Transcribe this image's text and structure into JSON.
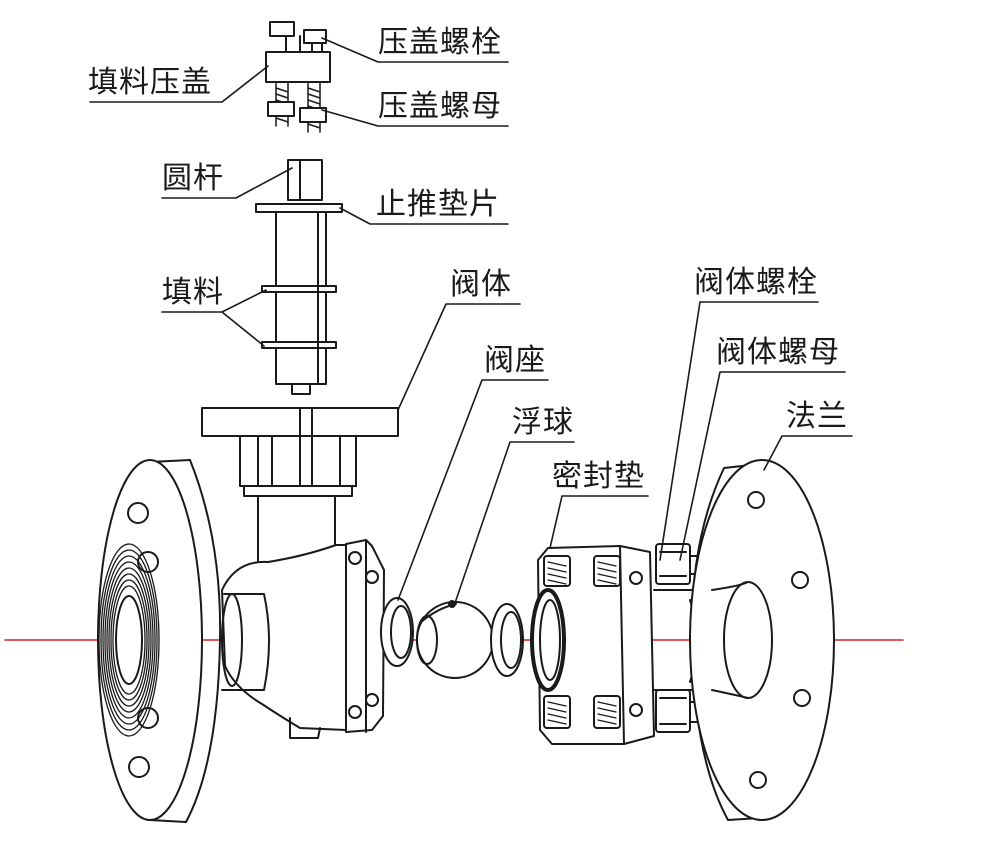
{
  "diagram": {
    "colors": {
      "line": "#1a1a1a",
      "axis": "#d22020",
      "background": "#ffffff"
    },
    "labels": {
      "gland_bolt": "压盖螺栓",
      "packing_gland": "填料压盖",
      "gland_nut": "压盖螺母",
      "stem": "圆杆",
      "thrust_washer": "止推垫片",
      "packing": "填料",
      "valve_body": "阀体",
      "valve_seat": "阀座",
      "body_bolt": "阀体螺栓",
      "body_nut": "阀体螺母",
      "floating_ball": "浮球",
      "flange": "法兰",
      "seal_gasket": "密封垫"
    }
  }
}
